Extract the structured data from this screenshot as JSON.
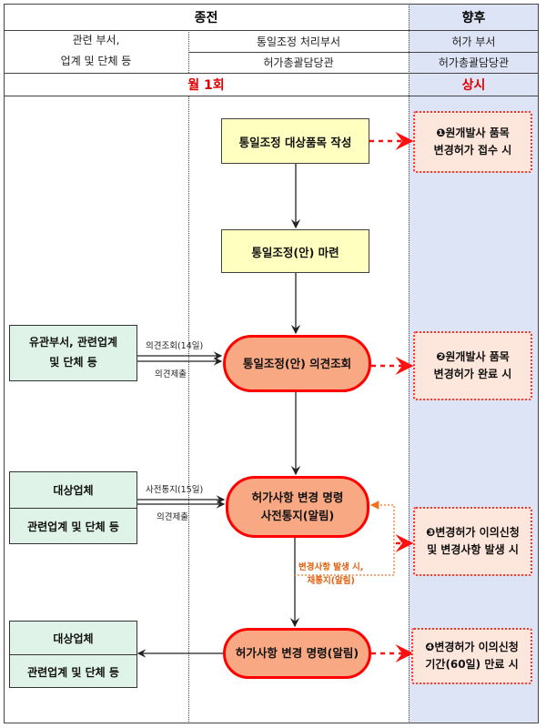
{
  "header": {
    "before": "종전",
    "after": "향후",
    "col1": [
      "관련 부서,",
      "업계 및 단체 등"
    ],
    "col2_top": "통일조정 처리부서",
    "col2_bottom": "허가총괄담당관",
    "col3_top": "허가 부서",
    "col3_bottom": "허가총괄담당관",
    "freq_before": "월 1회",
    "freq_after": "상시"
  },
  "flow": {
    "step1": "통일조정 대상품목 작성",
    "step2": "통일조정(안) 마련",
    "step3": "통일조정(안) 의견조회",
    "step4": [
      "허가사항 변경 명령",
      "사전통지(알림)"
    ],
    "step5": "허가사항 변경 명령(알림)"
  },
  "left": {
    "box1": [
      "유관부서, 관련업계",
      "및 단체 등"
    ],
    "box2_top": "대상업체",
    "box2_bottom": "관련업계 및 단체 등",
    "box3_top": "대상업체",
    "box3_bottom": "관련업계 및 단체 등"
  },
  "labels": {
    "inquiry": "의견조회(14일)",
    "submit1": "의견제출",
    "notice": "사전통지(15일)",
    "submit2": "의견제출",
    "renotice": [
      "변경사항 발생 시,",
      "재통지(알림)"
    ]
  },
  "right": {
    "r1": [
      "❶원개발사 품목",
      "변경허가 접수 시"
    ],
    "r2": [
      "❷원개발사 품목",
      "변경허가 완료 시"
    ],
    "r3": [
      "❸변경허가 이의신청",
      "및 변경사항 발생 시"
    ],
    "r4": [
      "❹변경허가 이의신청",
      "기간(60일) 만료 시"
    ]
  }
}
